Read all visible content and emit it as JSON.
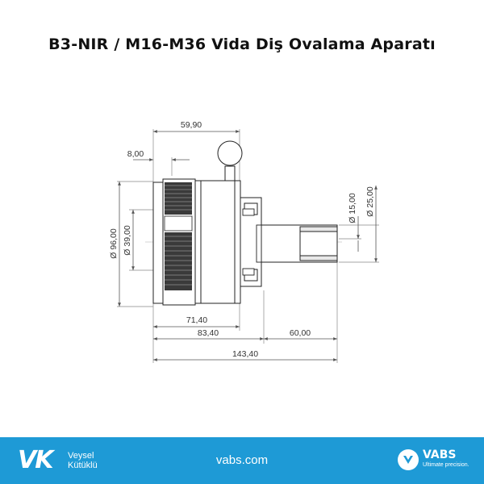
{
  "title": "B3-NIR / M16-M36 Vida Diş Ovalama Aparatı",
  "dimensions": {
    "d59_90": "59,90",
    "d8_00": "8,00",
    "d96_00": "Ø 96,00",
    "d39_00": "Ø 39,00",
    "d15_00": "Ø 15,00",
    "d25_00": "Ø 25,00",
    "d71_40": "71,40",
    "d83_40": "83,40",
    "d60_00": "60,00",
    "d143_40": "143,40"
  },
  "footer": {
    "background": "#1e9ad6",
    "left_logo": {
      "mark": "VK",
      "line1": "Veysel",
      "line2": "Kütüklü"
    },
    "website": "vabs.com",
    "right_logo": {
      "icon": "vabs-arrow-icon",
      "name": "VABS",
      "tagline": "Ultimate precision."
    }
  }
}
